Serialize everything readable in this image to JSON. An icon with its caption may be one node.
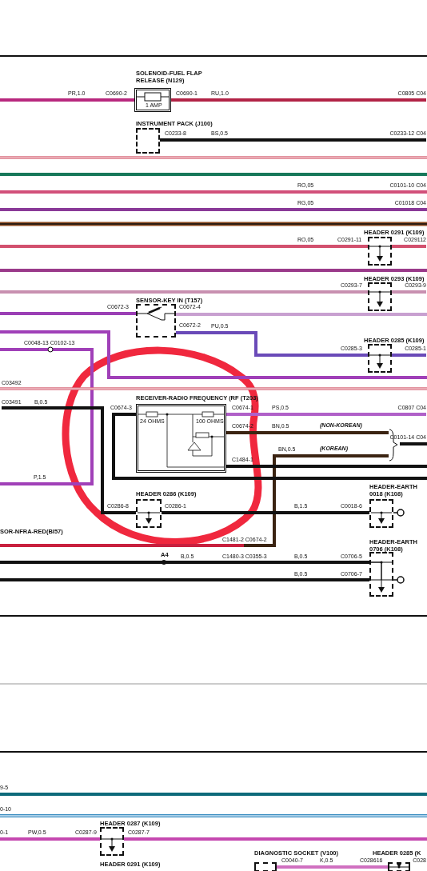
{
  "diagram": {
    "nodes": [
      {
        "text": [
          "SOLENOID-FUEL FLAP RELEASE (N129)",
          "1 AMP"
        ]
      },
      {
        "text": [
          "INSTRUMENT PACK (J100)"
        ]
      },
      {
        "text": [
          "HEADER 0291 (K109)"
        ]
      },
      {
        "text": [
          "HEADER 0293 (K109)"
        ]
      },
      {
        "text": [
          "SENSOR-KEY IN (T157)"
        ]
      },
      {
        "text": [
          "HEADER 0285 (K109)"
        ]
      },
      {
        "text": [
          "RECEIVER-RADIO FREQUENCY (RF (T203)",
          "24 OHMS",
          "100 OHMS"
        ]
      },
      {
        "text": [
          "HEADER 0286 (K109)"
        ]
      },
      {
        "text": [
          "HEADER-EARTH 0018 (K108)"
        ]
      },
      {
        "text": [
          "HEADER-EARTH 0706 (K108)"
        ]
      },
      {
        "text": [
          "HEADER 0287 (K109)"
        ]
      },
      {
        "text": [
          "DIAGNOSTIC SOCKET (V100)"
        ]
      },
      {
        "text": [
          "HEADER 0285 (K"
        ]
      },
      {
        "text": [
          "C0805 C04"
        ]
      },
      {
        "text": [
          "C0233-12 C04"
        ]
      },
      {
        "text": [
          "C029112"
        ]
      },
      {
        "text": [
          "C0293-9"
        ]
      },
      {
        "text": [
          "C0285-1"
        ]
      },
      {
        "text": [
          "C0807 C04"
        ]
      },
      {
        "text": [
          "C0101-14 C04"
        ]
      },
      {
        "text": [
          "C03491"
        ]
      },
      {
        "text": [
          "0-1"
        ]
      }
    ],
    "edges": [
      {
        "from": null,
        "to": 0,
        "arrow": "none",
        "color": "#b8287e"
      },
      {
        "from": 0,
        "to": 13,
        "arrow": "none",
        "color": "#b22346"
      },
      {
        "from": 1,
        "to": 14,
        "arrow": "none"
      },
      {
        "from": null,
        "to": 2,
        "arrow": "none",
        "color": "#d2506e"
      },
      {
        "from": 2,
        "to": 15,
        "arrow": "none",
        "color": "#d2506e"
      },
      {
        "from": null,
        "to": 3,
        "arrow": "none",
        "color": "#c890b0"
      },
      {
        "from": 3,
        "to": 16,
        "arrow": "none",
        "color": "#c890b0"
      },
      {
        "from": null,
        "to": 4,
        "arrow": "none",
        "color": "#9b3fb5"
      },
      {
        "from": 4,
        "to": null,
        "arrow": "none",
        "color": "#c8a0d0"
      },
      {
        "from": 4,
        "to": 5,
        "arrow": "none",
        "color": "#6a4ab8"
      },
      {
        "from": 5,
        "to": 17,
        "arrow": "none",
        "color": "#6a4ab8"
      },
      {
        "from": 6,
        "to": null,
        "arrow": "none"
      },
      {
        "from": 6,
        "to": 18,
        "arrow": "none",
        "color": "#b060c8"
      },
      {
        "from": 6,
        "to": 19,
        "arrow": "none",
        "color": "#3b2412"
      },
      {
        "from": 6,
        "to": null,
        "arrow": "none"
      },
      {
        "from": 20,
        "to": 7,
        "arrow": "none"
      },
      {
        "from": 7,
        "to": 8,
        "arrow": "none"
      },
      {
        "from": null,
        "to": 9,
        "arrow": "none"
      },
      {
        "from": null,
        "to": 9,
        "arrow": "none"
      },
      {
        "from": 21,
        "to": 10,
        "arrow": "none",
        "color": "#c548b0"
      },
      {
        "from": 10,
        "to": null,
        "arrow": "none",
        "color": "#c548b0"
      },
      {
        "from": 11,
        "to": 12,
        "arrow": "none",
        "color": "#d070c0"
      }
    ],
    "labels": [
      "PR,1.0",
      "C0690-2",
      "C0690-1",
      "RU,1.0",
      "C0233-8",
      "BS,0.5",
      "RO,05",
      "C0101-10 C04",
      "RG,05",
      "C01018 C04",
      "RO,05",
      "C0291-11",
      "C0293-7",
      "C0672-3",
      "C0672-4",
      "C0672-2",
      "PU,0.5",
      "C0048-13 C0102-13",
      "C0285-3",
      "C03492",
      "B,0.5",
      "C0674-3",
      "C0674-1",
      "PS,0.5",
      "C0674-2",
      "BN,0.5",
      "(NON-KOREAN)",
      "BN,0.5",
      "(KOREAN)",
      "C1484-1",
      "P,1.5",
      "C0286-8",
      "C0286-1",
      "B,1.5",
      "C0018-6",
      "SOR-NFRA-RED(BI57)",
      "C1481-2 C0674-2",
      "A4",
      "B,0.5",
      "C1480-3 C0355-3",
      "B,0.5",
      "C0706-5",
      "B,0.5",
      "C0706-7",
      "9-5",
      "0-10",
      "PW,0.5",
      "C0287-9",
      "C0287-7",
      "HEADER 0291 (K109)",
      "C0040-7",
      "K,0.5",
      "C028616",
      "C028"
    ]
  }
}
